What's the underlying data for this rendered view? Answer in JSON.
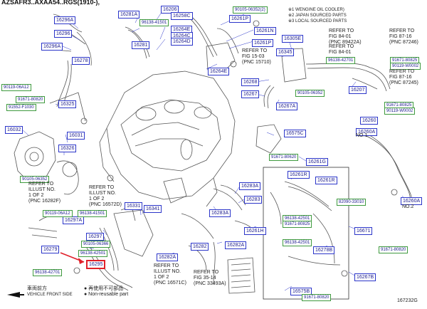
{
  "header": {
    "title": "AZSAFR3..AXAA54..RGS(1910-),"
  },
  "legend_top": [
    "※1 WENGINE OIL COOLER)",
    "※2 JAPAN SOURCED PARTS",
    "※3 LOCAL SOURCED PARTS"
  ],
  "part_labels": [
    {
      "id": "16296A-a",
      "text": "16296A",
      "style": "box"
    },
    {
      "id": "16296",
      "text": "16296",
      "style": "box"
    },
    {
      "id": "16296A-b",
      "text": "16296A",
      "style": "box"
    },
    {
      "id": "16278",
      "text": "16278",
      "style": "box"
    },
    {
      "id": "16281A",
      "text": "16281A",
      "style": "box"
    },
    {
      "id": "16281",
      "text": "16281",
      "style": "box"
    },
    {
      "id": "16206",
      "text": "16206",
      "style": "box"
    },
    {
      "id": "16258C",
      "text": "16258C",
      "style": "box"
    },
    {
      "id": "16264E-a",
      "text": "16264E",
      "style": "box"
    },
    {
      "id": "16264C",
      "text": "16264C",
      "style": "box"
    },
    {
      "id": "16264D",
      "text": "16264D",
      "style": "box"
    },
    {
      "id": "16261P-a",
      "text": "16261P",
      "style": "box"
    },
    {
      "id": "16261N",
      "text": "16261N",
      "style": "box"
    },
    {
      "id": "16261P-b",
      "text": "16261P",
      "style": "box"
    },
    {
      "id": "16264E-b",
      "text": "16264E",
      "style": "box"
    },
    {
      "id": "16305E",
      "text": "16305E",
      "style": "box"
    },
    {
      "id": "16345",
      "text": "16345",
      "style": "box"
    },
    {
      "id": "16268",
      "text": "16268",
      "style": "box"
    },
    {
      "id": "16267",
      "text": "16267",
      "style": "box"
    },
    {
      "id": "16267A",
      "text": "16267A",
      "style": "box"
    },
    {
      "id": "16325",
      "text": "16325",
      "style": "box"
    },
    {
      "id": "16032",
      "text": "16032",
      "style": "box"
    },
    {
      "id": "16031",
      "text": "16031",
      "style": "box"
    },
    {
      "id": "16326",
      "text": "16326",
      "style": "box"
    },
    {
      "id": "16575C",
      "text": "16575C",
      "style": "box"
    },
    {
      "id": "16261G",
      "text": "16261G",
      "style": "box"
    },
    {
      "id": "16207",
      "text": "16207",
      "style": "box"
    },
    {
      "id": "16260",
      "text": "16260",
      "style": "box"
    },
    {
      "id": "16260A-a",
      "text": "16260A",
      "style": "box"
    },
    {
      "id": "16260A-b",
      "text": "16260A",
      "style": "box"
    },
    {
      "id": "16261R",
      "text": "16261R",
      "style": "box"
    },
    {
      "id": "16261R-b",
      "text": "16261R",
      "style": "box"
    },
    {
      "id": "16283A-a",
      "text": "16283A",
      "style": "box"
    },
    {
      "id": "16283",
      "text": "16283",
      "style": "box"
    },
    {
      "id": "16283A-b",
      "text": "16283A",
      "style": "box"
    },
    {
      "id": "16297A",
      "text": "16297A",
      "style": "box"
    },
    {
      "id": "16297",
      "text": "16297",
      "style": "box"
    },
    {
      "id": "16279",
      "text": "16279",
      "style": "box"
    },
    {
      "id": "16331",
      "text": "16331",
      "style": "box"
    },
    {
      "id": "16341",
      "text": "16341",
      "style": "box"
    },
    {
      "id": "16261H",
      "text": "16261H",
      "style": "box"
    },
    {
      "id": "16282A",
      "text": "16282A",
      "style": "box"
    },
    {
      "id": "16282",
      "text": "16282",
      "style": "box"
    },
    {
      "id": "16282A-b",
      "text": "16282A",
      "style": "box"
    },
    {
      "id": "16671",
      "text": "16671",
      "style": "box"
    },
    {
      "id": "16278B",
      "text": "16278B",
      "style": "box"
    },
    {
      "id": "16295",
      "text": "16295",
      "style": "red"
    },
    {
      "id": "16267B",
      "text": "16267B",
      "style": "box"
    },
    {
      "id": "16575B",
      "text": "16575B",
      "style": "box"
    }
  ],
  "code_labels": [
    {
      "id": "c1",
      "text": "90105-06352(2)"
    },
    {
      "id": "c2",
      "text": "96138-41501"
    },
    {
      "id": "c3",
      "text": "90119-06A12"
    },
    {
      "id": "c4",
      "text": "91671-80820"
    },
    {
      "id": "c5",
      "text": "91552-F1030"
    },
    {
      "id": "c6",
      "text": "96138-42701"
    },
    {
      "id": "c7",
      "text": "91671-80825"
    },
    {
      "id": "c8",
      "text": "90119-W0002"
    },
    {
      "id": "c9",
      "text": "91671-80825"
    },
    {
      "id": "c10",
      "text": "90119-W0002"
    },
    {
      "id": "c11",
      "text": "90105-06352"
    },
    {
      "id": "c12",
      "text": "91671-80620"
    },
    {
      "id": "c13",
      "text": "90105-06352"
    },
    {
      "id": "c14",
      "text": "90119-06A12"
    },
    {
      "id": "c15",
      "text": "96138-41501"
    },
    {
      "id": "c16",
      "text": "90105-06366"
    },
    {
      "id": "c17",
      "text": "96138-42501"
    },
    {
      "id": "c18",
      "text": "96138-42701"
    },
    {
      "id": "c19",
      "text": "82090-33010"
    },
    {
      "id": "c20",
      "text": "96138-42501"
    },
    {
      "id": "c21",
      "text": "91671-80825"
    },
    {
      "id": "c22",
      "text": "96138-42501"
    },
    {
      "id": "c23",
      "text": "91671-80820"
    },
    {
      "id": "c24",
      "text": "91671-80820"
    }
  ],
  "notes": [
    {
      "id": "n1",
      "text": "REFER TO\nFIG 84-01\n(PNC 89422A)"
    },
    {
      "id": "n2",
      "text": "REFER TO\nFIG 84-01"
    },
    {
      "id": "n3",
      "text": "REFER TO\nFIG 87-16\n(PNC 87246)"
    },
    {
      "id": "n4",
      "text": "REFER TO\nFIG 87-16\n(PNC 87245)"
    },
    {
      "id": "n5",
      "text": "REFER TO\nFIG 15-03\n(PNC 15710)"
    },
    {
      "id": "n6",
      "text": "REFER TO\nILLUST NO.\n1 OF 2\n(PNC 16282F)"
    },
    {
      "id": "n7",
      "text": "REFER TO\nILLUST NO.\n1 OF 2\n(PNC 16572D)"
    },
    {
      "id": "n8",
      "text": "REFER TO\nILLUST NO.\n1 OF 2\n(PNC 16571C)"
    },
    {
      "id": "n9",
      "text": "REFER TO\nFIG 35-14\n(PNC 33493A)"
    },
    {
      "id": "n10",
      "text": "NO.1"
    },
    {
      "id": "n11",
      "text": "NO.2"
    }
  ],
  "footer": {
    "front_cn": "車両前方",
    "front_en": "VEHICLE FRONT SIDE",
    "reuse_cn": "● 再使用不可部品",
    "reuse_en": "● Non-reusable part",
    "figure_id": "167232G"
  }
}
